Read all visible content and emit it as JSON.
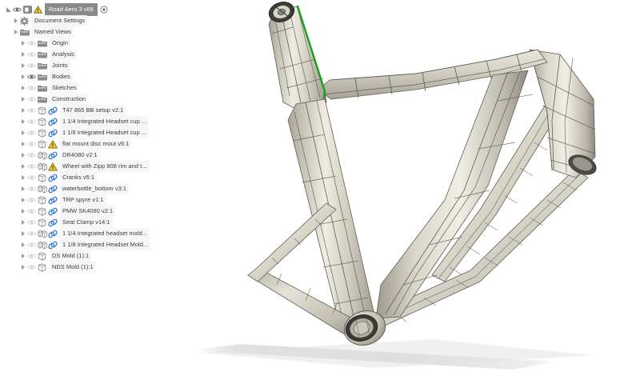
{
  "app": {
    "title": "Road Aero 3 v66",
    "canvas_background": "#ffffff",
    "selection_highlight_color": "#18a018",
    "model_face_color": "#cfcabb",
    "model_edge_color": "#5a5a55",
    "shadow_color": "#d6d6d6",
    "row_label_background": "#f5f5f5",
    "root_label_background": "#8a8a8a",
    "warning_color": "#f5cf1e"
  },
  "browser": {
    "root": {
      "label": "Road Aero 3 v66",
      "icons": [
        "collapse-arrow-icon",
        "eye-icon",
        "document-icon",
        "warning-icon"
      ],
      "trailing_icon": "target-icon"
    },
    "items": [
      {
        "label": "Document Settings",
        "indent": 1,
        "icon": "gear-icon",
        "eye": false,
        "second_icon": ""
      },
      {
        "label": "Named Views",
        "indent": 1,
        "icon": "folder-icon",
        "eye": false,
        "second_icon": ""
      },
      {
        "label": "Origin",
        "indent": 2,
        "icon": "folder-icon",
        "eye": true,
        "eye_on": false,
        "second_icon": ""
      },
      {
        "label": "Analysis",
        "indent": 2,
        "icon": "folder-icon",
        "eye": true,
        "eye_on": false,
        "second_icon": ""
      },
      {
        "label": "Joints",
        "indent": 2,
        "icon": "folder-icon",
        "eye": true,
        "eye_on": false,
        "second_icon": ""
      },
      {
        "label": "Bodies",
        "indent": 2,
        "icon": "folder-icon",
        "eye": true,
        "eye_on": true,
        "second_icon": ""
      },
      {
        "label": "Sketches",
        "indent": 2,
        "icon": "folder-icon",
        "eye": true,
        "eye_on": false,
        "second_icon": ""
      },
      {
        "label": "Construction",
        "indent": 2,
        "icon": "folder-icon",
        "eye": true,
        "eye_on": false,
        "second_icon": ""
      },
      {
        "label": "T47 865 BB setup v2:1",
        "indent": 2,
        "icon": "component-icon",
        "eye": true,
        "eye_on": false,
        "second_icon": "link-icon"
      },
      {
        "label": "1 1/4 Integrated Headset cup ...",
        "indent": 2,
        "icon": "component-icon",
        "eye": true,
        "eye_on": false,
        "second_icon": "link-icon"
      },
      {
        "label": "1 1/8 Integrated Headset cup ...",
        "indent": 2,
        "icon": "component-icon",
        "eye": true,
        "eye_on": false,
        "second_icon": "link-icon"
      },
      {
        "label": "flat mount disc mout v6:1",
        "indent": 2,
        "icon": "component-icon",
        "eye": true,
        "eye_on": false,
        "second_icon": "warning-icon"
      },
      {
        "label": "DR4080 v2:1",
        "indent": 2,
        "icon": "assembly-icon",
        "eye": true,
        "eye_on": false,
        "second_icon": "link-icon"
      },
      {
        "label": "Wheel with Zipp 808 rim and t...",
        "indent": 2,
        "icon": "assembly-icon",
        "eye": true,
        "eye_on": false,
        "second_icon": "warning-icon"
      },
      {
        "label": "Cranks v5:1",
        "indent": 2,
        "icon": "component-icon",
        "eye": true,
        "eye_on": false,
        "second_icon": "link-icon"
      },
      {
        "label": "waterbottle_bottom v3:1",
        "indent": 2,
        "icon": "assembly-icon",
        "eye": true,
        "eye_on": false,
        "second_icon": "link-icon"
      },
      {
        "label": "TRP spyre v1:1",
        "indent": 2,
        "icon": "component-icon",
        "eye": true,
        "eye_on": false,
        "second_icon": "link-icon"
      },
      {
        "label": "PMW SK4080 v2:1",
        "indent": 2,
        "icon": "component-icon",
        "eye": true,
        "eye_on": false,
        "second_icon": "link-icon"
      },
      {
        "label": "Seat Clamp v14:1",
        "indent": 2,
        "icon": "component-icon",
        "eye": true,
        "eye_on": false,
        "second_icon": "link-icon"
      },
      {
        "label": "1 1/4 Integrated headset mold...",
        "indent": 2,
        "icon": "assembly-icon",
        "eye": true,
        "eye_on": false,
        "second_icon": "link-icon"
      },
      {
        "label": "1 1/8 Integrated Headset Mold...",
        "indent": 2,
        "icon": "assembly-icon",
        "eye": true,
        "eye_on": false,
        "second_icon": "link-icon"
      },
      {
        "label": "DS Mold  (1):1",
        "indent": 2,
        "icon": "component-icon",
        "eye": true,
        "eye_on": false,
        "second_icon": ""
      },
      {
        "label": "NDS Mold (1):1",
        "indent": 2,
        "icon": "component-icon",
        "eye": true,
        "eye_on": false,
        "second_icon": ""
      }
    ]
  },
  "model": {
    "name": "Road Aero 3 bicycle frame",
    "view": "isometric",
    "display_mode": "shaded-with-visible-edges",
    "highlighted_edge": "seat tube leading edge"
  }
}
